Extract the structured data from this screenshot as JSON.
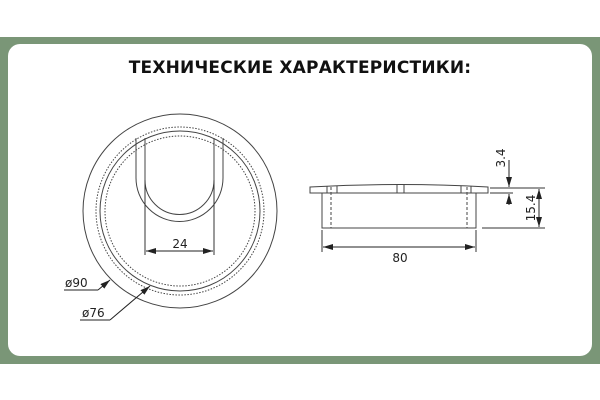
{
  "title": "ТЕХНИЧЕСКИЕ ХАРАКТЕРИСТИКИ:",
  "top_view": {
    "slot_width": "24",
    "outer_diameter": "ø90",
    "inner_diameter": "ø76"
  },
  "side_view": {
    "width": "80",
    "lid_height": "3.4",
    "body_height": "15.4"
  },
  "colors": {
    "frame": "#7a9677",
    "line": "#333333"
  }
}
